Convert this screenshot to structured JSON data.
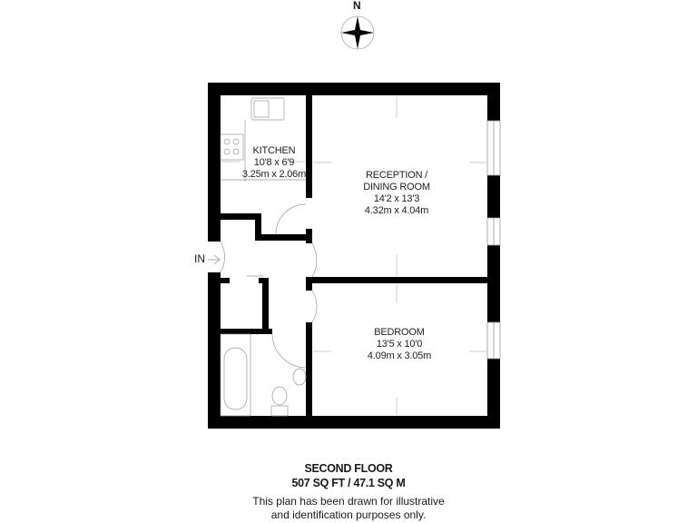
{
  "compass": {
    "label": "N"
  },
  "entrance": {
    "label": "IN"
  },
  "rooms": [
    {
      "name": "KITCHEN",
      "imperial": "10'8 x 6'9",
      "metric": "3.25m x 2.06m"
    },
    {
      "name_line1": "RECEPTION /",
      "name_line2": "DINING ROOM",
      "imperial": "14'2 x 13'3",
      "metric": "4.32m x 4.04m"
    },
    {
      "name": "BEDROOM",
      "imperial": "13'5 x 10'0",
      "metric": "4.09m x 3.05m"
    }
  ],
  "footer": {
    "floor": "SECOND FLOOR",
    "area": "507 SQ FT / 47.1 SQ M",
    "note_line1": "This plan has been drawn for illustrative",
    "note_line2": "and identification purposes only."
  },
  "colors": {
    "wall": "#000000",
    "fixture": "#999999",
    "background": "#ffffff"
  }
}
